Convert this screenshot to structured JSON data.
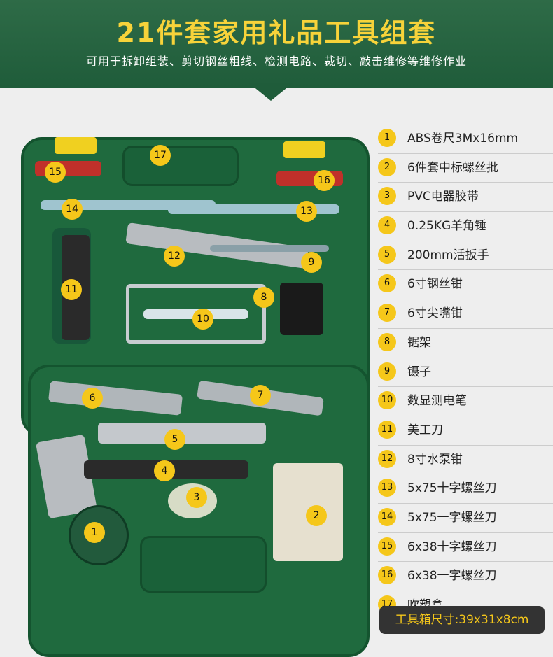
{
  "header": {
    "title": "21件套家用礼品工具组套",
    "subtitle": "可用于拆卸组装、剪切钢丝粗线、检测电路、裁切、敲击维修等维修作业"
  },
  "items": [
    {
      "num": "1",
      "label": "ABS卷尺3Mx16mm"
    },
    {
      "num": "2",
      "label": "6件套中标螺丝批"
    },
    {
      "num": "3",
      "label": "PVC电器胶带"
    },
    {
      "num": "4",
      "label": "0.25KG羊角锤"
    },
    {
      "num": "5",
      "label": "200mm活扳手"
    },
    {
      "num": "6",
      "label": "6寸钢丝钳"
    },
    {
      "num": "7",
      "label": "6寸尖嘴钳"
    },
    {
      "num": "8",
      "label": "锯架"
    },
    {
      "num": "9",
      "label": "镊子"
    },
    {
      "num": "10",
      "label": "数显测电笔"
    },
    {
      "num": "11",
      "label": "美工刀"
    },
    {
      "num": "12",
      "label": "8寸水泵钳"
    },
    {
      "num": "13",
      "label": "5x75十字螺丝刀"
    },
    {
      "num": "14",
      "label": "5x75一字螺丝刀"
    },
    {
      "num": "15",
      "label": "6x38十字螺丝刀"
    },
    {
      "num": "16",
      "label": "6x38一字螺丝刀"
    },
    {
      "num": "17",
      "label": "吹塑盒"
    }
  ],
  "size_label": "工具箱尺寸:39x31x8cm",
  "colors": {
    "banner": "#1f5c3a",
    "accent": "#f5c71a",
    "case": "#1f6a3e"
  }
}
